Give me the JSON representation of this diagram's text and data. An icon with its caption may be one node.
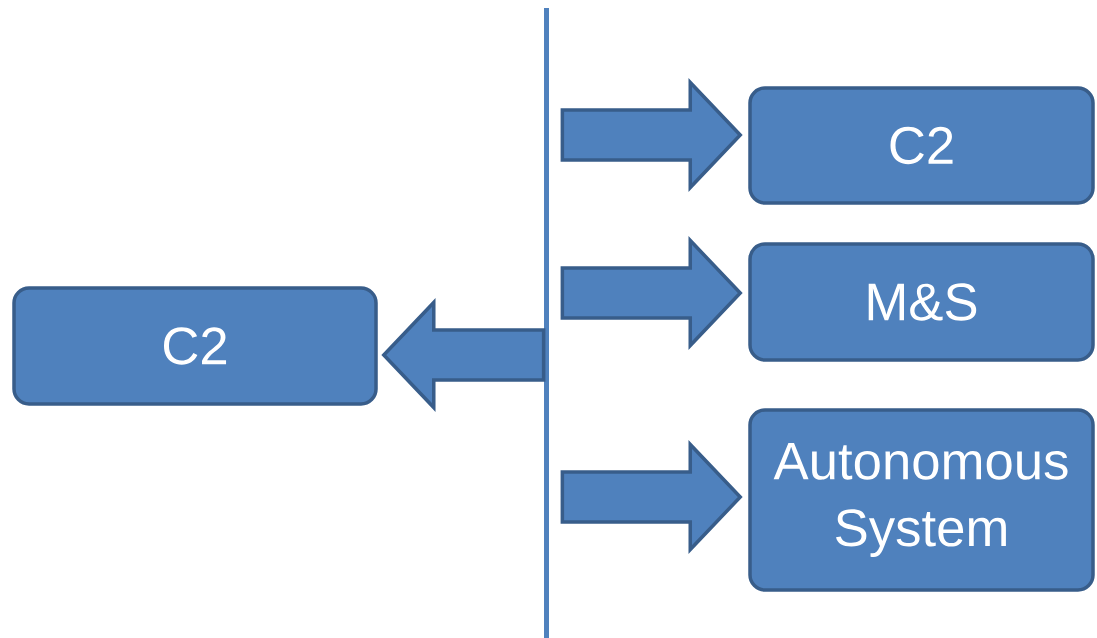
{
  "diagram": {
    "nodes": [
      {
        "text": [
          "C2"
        ]
      },
      {
        "text": [],
        "shape": "bar"
      },
      {
        "text": [
          "C2"
        ]
      },
      {
        "text": [
          "M&S"
        ]
      },
      {
        "text": [
          "Autonomous System"
        ]
      }
    ],
    "edges": [
      {
        "from": 1,
        "to": 0,
        "arrow": "to"
      },
      {
        "from": 1,
        "to": 2,
        "arrow": "to"
      },
      {
        "from": 1,
        "to": 3,
        "arrow": "to"
      },
      {
        "from": 1,
        "to": 4,
        "arrow": "to"
      }
    ]
  }
}
